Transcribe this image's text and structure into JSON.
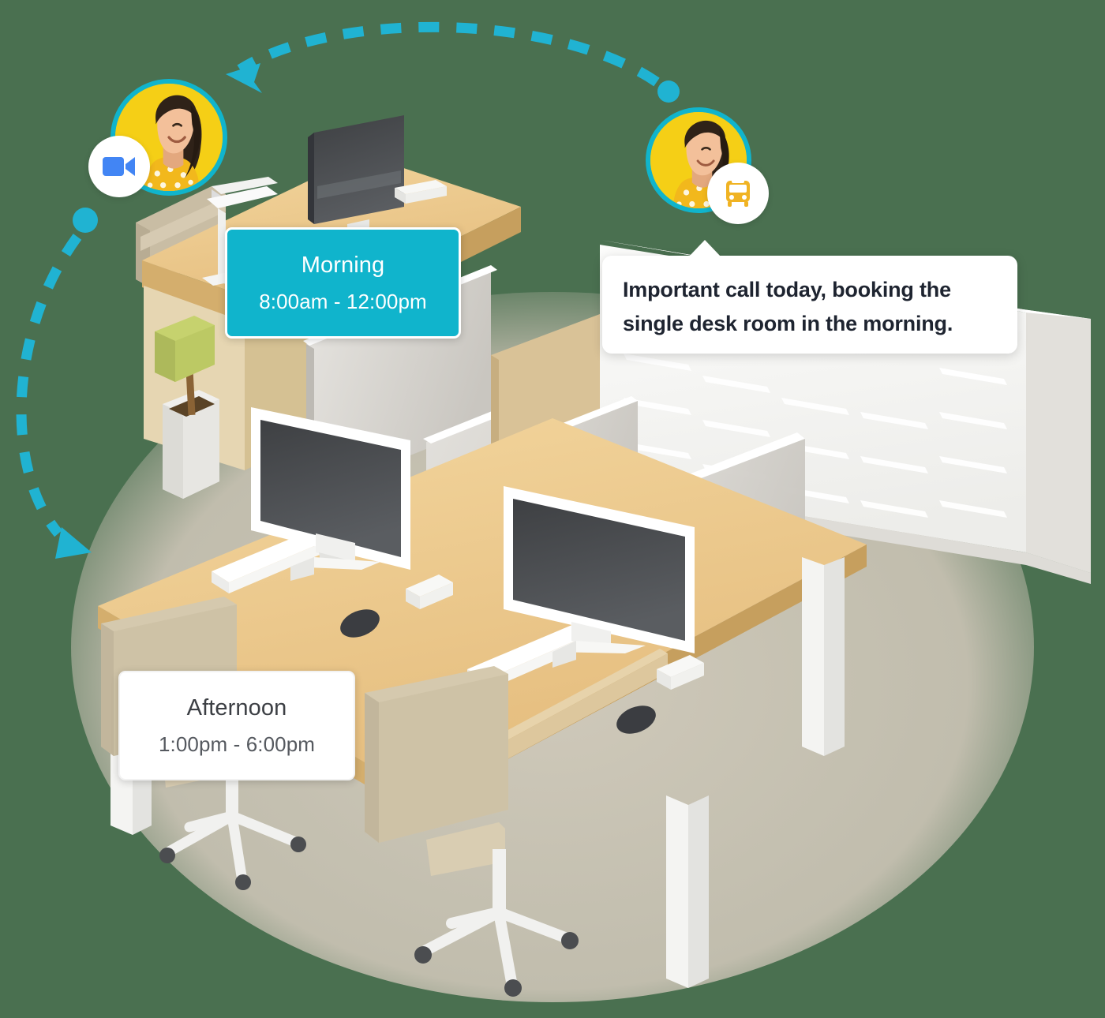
{
  "theme": {
    "background": "#4a7050",
    "accent_cyan": "#10b4cc",
    "avatar_yellow": "#f5cf16",
    "badge_blue": "#4285f4",
    "badge_yellow": "#f0b323",
    "card_white": "#ffffff",
    "text_dark": "#1e2430",
    "desk_wood": "#e8c58a",
    "floor": "#cdc7b8"
  },
  "cards": {
    "morning": {
      "title": "Morning",
      "time_range": "8:00am - 12:00pm",
      "bg": "#10b4cc",
      "text_color": "#ffffff"
    },
    "afternoon": {
      "title": "Afternoon",
      "time_range": "1:00pm - 6:00pm",
      "bg": "#ffffff",
      "text_color": "#3c3f44"
    }
  },
  "speech_bubble": {
    "line1": "Important call today, booking the",
    "line2": "single desk room in the morning."
  },
  "avatars": [
    {
      "id": "video-user",
      "badge_icon": "video-camera-icon",
      "badge_color": "#4285f4",
      "ring_color": "#10b4cc",
      "photo_bg": "#f5cf16"
    },
    {
      "id": "transport-user",
      "badge_icon": "bus-icon",
      "badge_color": "#f0b323",
      "ring_color": "#10b4cc",
      "photo_bg": "#f5cf16"
    }
  ],
  "scene": {
    "label": "isometric-office-desks-illustration",
    "objects": [
      "standing-desk",
      "desk-lamp",
      "potted-plant",
      "bench-desk-four-person",
      "monitor",
      "monitor",
      "monitor",
      "office-chair",
      "office-chair",
      "privacy-screen",
      "storage-cabinet"
    ]
  },
  "arcs": [
    {
      "id": "top-arc",
      "from": "transport-user",
      "to": "video-user",
      "color": "#10b4cc",
      "style": "dashed"
    },
    {
      "id": "left-arc",
      "from": "video-user",
      "to": "afternoon-card",
      "color": "#10b4cc",
      "style": "dashed"
    }
  ]
}
